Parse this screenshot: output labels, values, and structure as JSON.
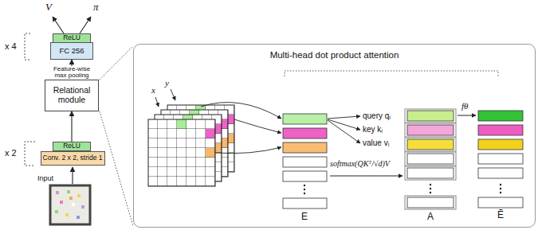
{
  "diagram": {
    "nodes": [
      {
        "text": [
          "ReLU"
        ]
      },
      {
        "text": [
          "FC 256"
        ]
      },
      {
        "text": [
          "Relational module"
        ]
      },
      {
        "text": [
          "ReLU"
        ]
      },
      {
        "text": [
          "Conv. 2 x 2, stride 1"
        ]
      },
      {
        "text": [
          "Multi-head dot product attention"
        ]
      }
    ],
    "edges": [
      {
        "from": 3,
        "to": 2,
        "arrow": "to"
      },
      {
        "from": 2,
        "to": 1,
        "label": "Feature-wise max pooling",
        "arrow": "to"
      }
    ],
    "labels": [
      "V",
      "π",
      "x 4",
      "x 2",
      "Input",
      "x",
      "y",
      "query qᵢ",
      "key kᵢ",
      "value vᵢ",
      "softmax(QKᵀ/√d)V",
      "E",
      "A",
      "fθ",
      "Ẽ"
    ]
  }
}
